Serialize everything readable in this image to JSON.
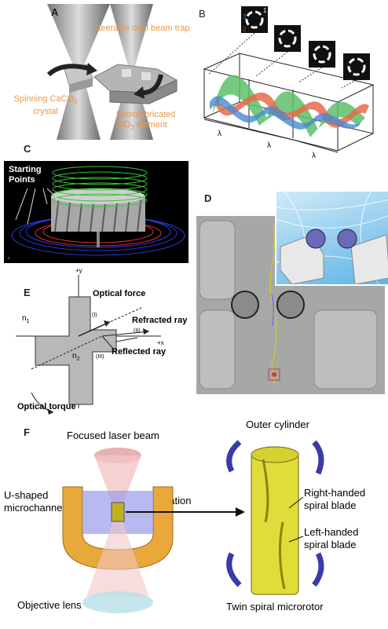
{
  "panel_a": {
    "label": "A",
    "trap_text": "Steerable dual beam trap",
    "crystal_line1": "Spinning CaCO",
    "crystal_sub": "3",
    "crystal_line2": "crystal",
    "element_line1": "Microfabricated",
    "element_line2_pre": "SiO",
    "element_sub": "2",
    "element_line2_post": " element",
    "text_color": "#e8964a"
  },
  "panel_b": {
    "label": "B",
    "lambda": "λ",
    "tile_numbers": [
      "1",
      "2",
      "3"
    ]
  },
  "panel_c": {
    "label": "C",
    "starting_line1": "Starting",
    "starting_line2": "Points"
  },
  "panel_d": {
    "label": "D"
  },
  "panel_e": {
    "label": "E",
    "plus_y": "+y",
    "plus_x": "+x",
    "n1": "n",
    "n1_sub": "1",
    "n2": "n",
    "n2_sub": "2",
    "optical_force": "Optical force",
    "refracted_ray": "Refracted ray",
    "reflected_ray": "Reflected ray",
    "optical_torque": "Optical torque",
    "roman_1": "(I)",
    "roman_2": "(II)",
    "roman_3": "(III)"
  },
  "panel_f": {
    "label": "F",
    "focused_beam": "Focused laser beam",
    "u_line1": "U-shaped",
    "u_line2": "microchannel",
    "rotation": "Rotation",
    "objective": "Objective lens",
    "outer_cylinder": "Outer cylinder",
    "right_line1": "Right-handed",
    "right_line2": "spiral blade",
    "left_line1": "Left-handed",
    "left_line2": "spiral blade",
    "twin": "Twin spiral microrotor"
  }
}
